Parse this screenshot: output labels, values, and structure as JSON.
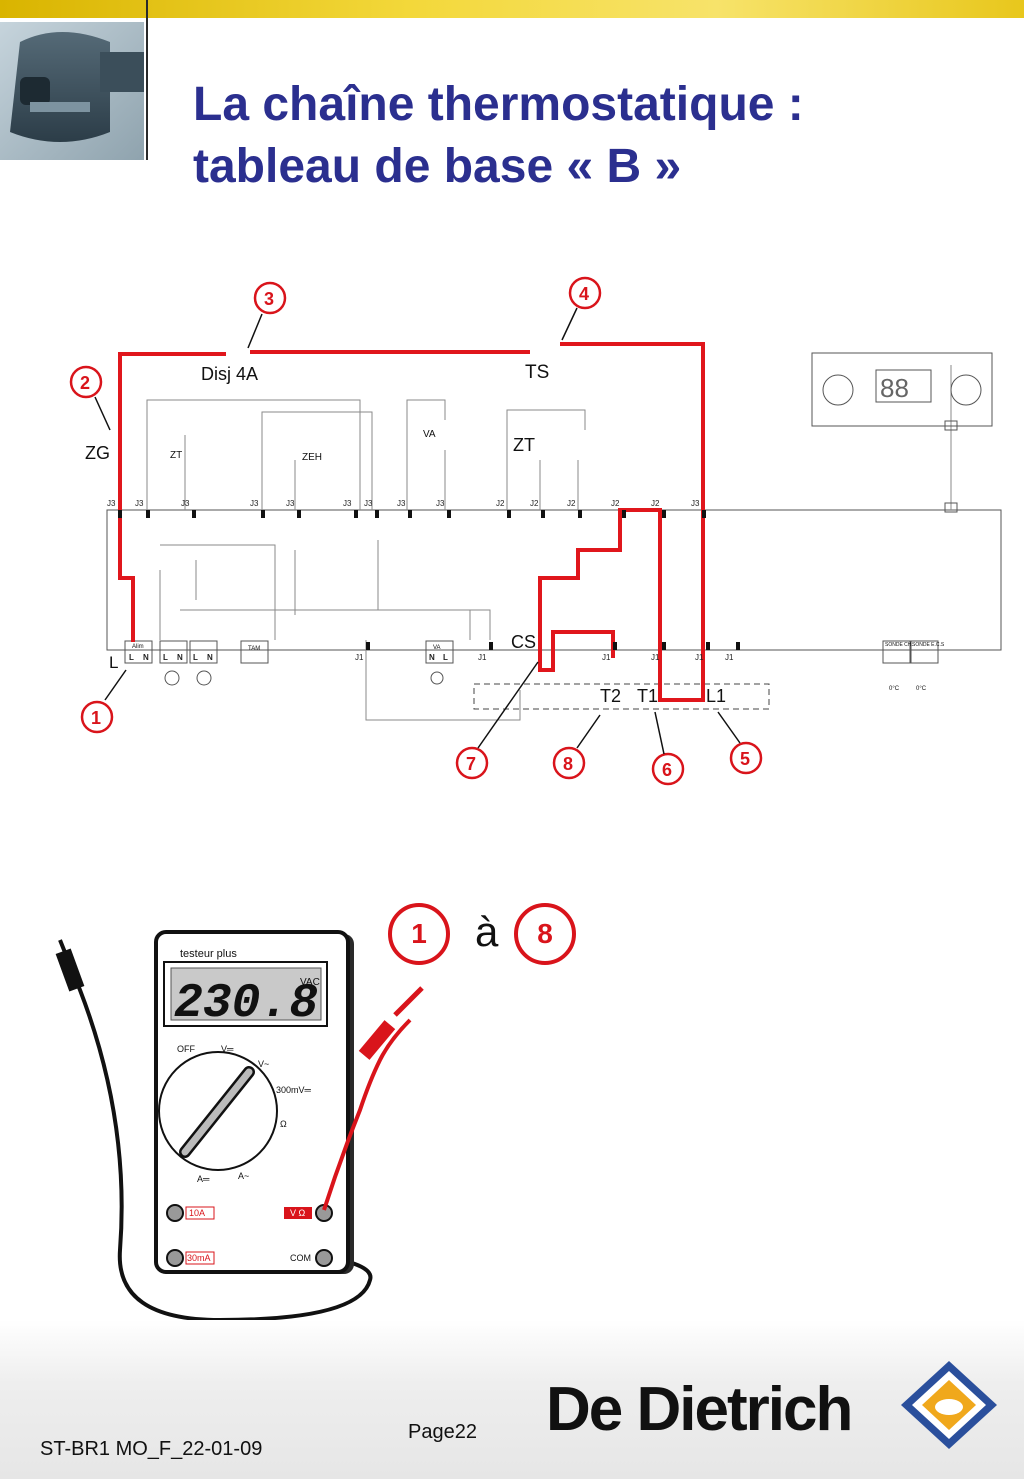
{
  "header": {
    "title_line1": "La chaîne thermostatique :",
    "title_line2": "tableau de base « B »"
  },
  "diagram": {
    "callouts": [
      "1",
      "2",
      "3",
      "4",
      "5",
      "6",
      "7",
      "8"
    ],
    "labels": {
      "disj": "Disj 4A",
      "ts": "TS",
      "zg": "ZG",
      "zt_left": "ZT",
      "zt_right": "ZT",
      "zeh": "ZEH",
      "va": "VA",
      "cs": "CS",
      "t2": "T2",
      "t1": "T1",
      "l1": "L1",
      "l": "L",
      "alim": "Alim",
      "tam": "TAM",
      "va_conn": "VA",
      "sonde_ch": "SONDE CH.",
      "sonde_ecs": "SONDE E.C.S",
      "zero_c": "0°C",
      "display_digits": "88"
    },
    "connectors_top": [
      "J3",
      "J3",
      "J3",
      "J3",
      "J3",
      "J3",
      "J3",
      "J3",
      "J3",
      "J2",
      "J2",
      "J2",
      "J2",
      "J2",
      "J3"
    ],
    "connectors_bottom": [
      "J1",
      "J1",
      "J1",
      "J1",
      "J1",
      "J1"
    ],
    "bottom_terminals": [
      "L",
      "N",
      "L",
      "N",
      "L",
      "N",
      "N",
      "L"
    ],
    "colors": {
      "wire": "#e0161c",
      "line": "#8a8a8a",
      "accent": "#d9141b"
    }
  },
  "range": {
    "from": "1",
    "word": "à",
    "to": "8"
  },
  "multimeter": {
    "brand": "testeur plus",
    "reading": "230.8",
    "unit": "VAC",
    "dial": {
      "off": "OFF",
      "v_dc": "V═",
      "v_ac": "V~",
      "mv": "300mV═",
      "ohm": "Ω",
      "a_ac": "A~",
      "a_dc": "A═"
    },
    "sockets": [
      "10A",
      "30mA",
      "V Ω",
      "COM"
    ]
  },
  "footer": {
    "ref": "ST-BR1 MO_F_22-01-09",
    "page": "Page22",
    "brand": "De Dietrich"
  }
}
